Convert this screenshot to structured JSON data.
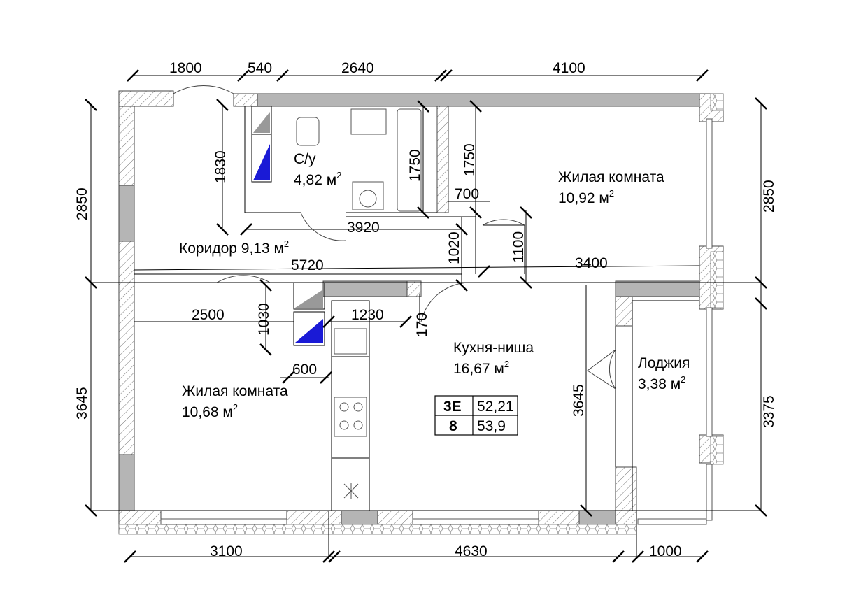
{
  "dimensions": {
    "top_1800": "1800",
    "top_540": "540",
    "top_2640": "2640",
    "top_4100": "4100",
    "left_2850": "2850",
    "left_3645": "3645",
    "right_2850": "2850",
    "right_3375": "3375",
    "bottom_3100": "3100",
    "bottom_4630": "4630",
    "bottom_1000": "1000",
    "bath_1830": "1830",
    "bath_1750_a": "1750",
    "bath_1750_b": "1750",
    "corr_700": "700",
    "corr_3920": "3920",
    "corr_1020": "1020",
    "corr_1100": "1100",
    "corr_5720": "5720",
    "corr_3400": "3400",
    "mid_2500": "2500",
    "mid_1030": "1030",
    "mid_1230": "1230",
    "mid_170": "170",
    "mid_600": "600",
    "kitchen_3645": "3645"
  },
  "rooms": {
    "bathroom": {
      "name": "С/у",
      "area": "4,82 м",
      "unit_sup": "2"
    },
    "living_top": {
      "name": "Жилая комната",
      "area": "10,92 м",
      "unit_sup": "2"
    },
    "corridor": {
      "name": "Коридор 9,13 м",
      "unit_sup": "2"
    },
    "kitchen": {
      "name": "Кухня-ниша",
      "area": "16,67 м",
      "unit_sup": "2"
    },
    "loggia": {
      "name": "Лоджия",
      "area": "3,38 м",
      "unit_sup": "2"
    },
    "living_bottom": {
      "name": "Жилая комната",
      "area": "10,68 м",
      "unit_sup": "2"
    }
  },
  "info_box": {
    "type_code": "3E",
    "area_1": "52,21",
    "floor": "8",
    "area_2": "53,9"
  },
  "colors": {
    "shaft_blue": "#1a1ad6",
    "wall_gray": "#b5b5b5"
  }
}
